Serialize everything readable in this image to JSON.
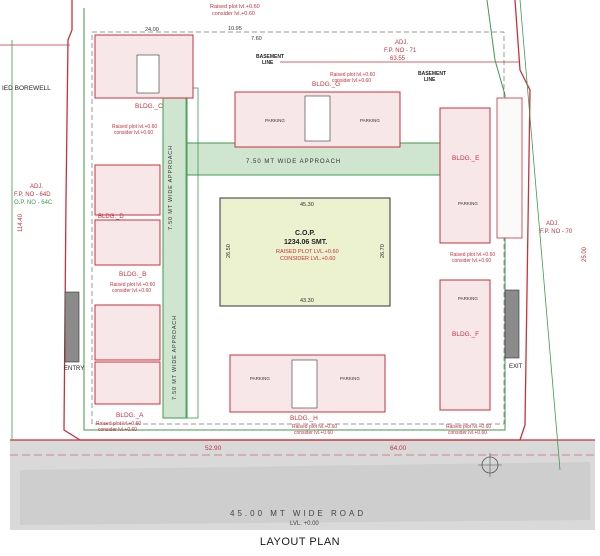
{
  "colors": {
    "plot": "#c8303c",
    "green": "#3f9a4f",
    "ink": "#222222",
    "building": "#f7e7e8",
    "cop_fill": "#ecf1cf",
    "road": "#d9d9d9",
    "approach": "#cfe5d0"
  },
  "top": {
    "label_a": "ADJ.",
    "label_b": "F.P. NO - 71",
    "dim_top": "63.55",
    "dim_left": "24.00",
    "dim_mid": "10.95",
    "dim_gap": "7.60",
    "raised_note": "Raised plot lvl.+0.60",
    "consider_note": "consider lvl.+0.60",
    "basement_line_1": "BASEMENT\nLINE",
    "basement_line_2": "BASEMENT\nLINE"
  },
  "left": {
    "borewell": "IED BOREWELL",
    "adj_a": "ADJ.",
    "adj_b": "F.P. NO - 64D",
    "adj_c": "O.P. NO - 64C",
    "dim_side": "114.40",
    "entry": "ENTRY"
  },
  "right": {
    "adj_a": "ADJ.",
    "adj_b": "F.P. NO - 70",
    "dim_side": "25.00",
    "exit": "EXIT"
  },
  "buildings": {
    "c": "BLDG._C",
    "d": "BLDG._D",
    "b": "BLDG._B",
    "a": "BLDG._A",
    "g": "BLDG._G",
    "e": "BLDG._E",
    "f": "BLDG._F",
    "h": "BLDG._H"
  },
  "notes": {
    "raised": "Raised plot lvl.+0.60",
    "consider": "consider lvl.+0.60",
    "parking": "PARKING"
  },
  "approach": {
    "horizontal": "7.50 MT WIDE APPROACH",
    "vertical_1": "7.50 MT WIDE APPROACH",
    "vertical_2": "7.50 MT WIDE APPROACH"
  },
  "cop": {
    "title": "C.O.P.",
    "area": "1234.06 SMT.",
    "raised": "RAISED PLOT LVL.+0.60",
    "consider": "CONSIDER LVL.+0.60",
    "dim_top": "45.30",
    "dim_bottom": "43.30",
    "dim_left": "26.50",
    "dim_right": "26.70"
  },
  "road": {
    "label": "45.00 MT WIDE ROAD",
    "level": "LVL. +0.00",
    "dim_left": "52.90",
    "dim_right": "64.00"
  },
  "caption": "LAYOUT PLAN"
}
